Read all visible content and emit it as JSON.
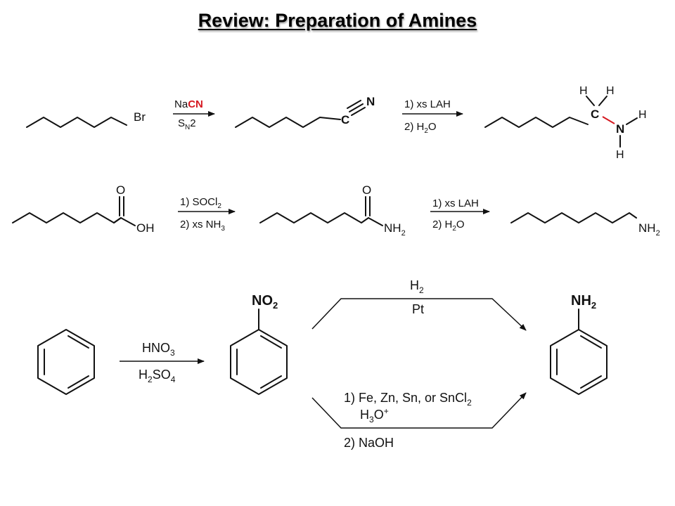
{
  "title": "Review: Preparation of Amines",
  "colors": {
    "highlight": "#d51820",
    "ink": "#111111"
  },
  "row1": {
    "sm_br": "Br",
    "r1_na": "Na",
    "r1_cn": "CN",
    "r1_s": "S",
    "r1_n": "N",
    "r1_2": "2",
    "nitrile_c": "C",
    "nitrile_n": "N",
    "r2_line1": "1) xs LAH",
    "r2_line2a": "2) H",
    "r2_line2b": "2",
    "r2_line2c": "O",
    "prod_c": "C",
    "prod_n": "N",
    "h": "H"
  },
  "row2": {
    "acid_o": "O",
    "acid_oh": "OH",
    "r1_line1a": "1) SOCl",
    "r1_line1b": "2",
    "r1_line2a": "2) xs NH",
    "r1_line2b": "3",
    "amide_o": "O",
    "amide_nh": "NH",
    "amide_2": "2",
    "r2_line1": "1) xs LAH",
    "r2_line2a": "2) H",
    "r2_line2b": "2",
    "r2_line2c": "O",
    "amine_nh": "NH",
    "amine_2": "2"
  },
  "row3": {
    "hno3_a": "HNO",
    "hno3_b": "3",
    "h2so4_a": "H",
    "h2so4_b": "2",
    "h2so4_c": "SO",
    "h2so4_d": "4",
    "no2_a": "NO",
    "no2_b": "2",
    "nh2_a": "NH",
    "nh2_b": "2",
    "top_h": "H",
    "top_2": "2",
    "top_pt": "Pt",
    "bot_line1a": "1) Fe, Zn, Sn, or SnCl",
    "bot_line1b": "2",
    "bot_line2a": "H",
    "bot_line2b": "3",
    "bot_line2c": "O",
    "bot_line2d": "+",
    "bot_line3": "2) NaOH"
  }
}
